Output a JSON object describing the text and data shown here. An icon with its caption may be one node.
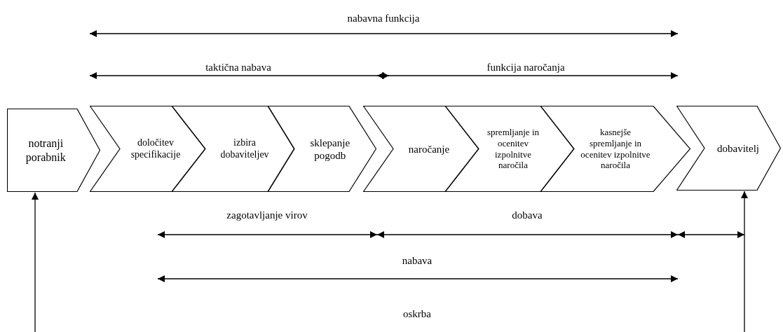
{
  "diagram": {
    "nodes": [
      {
        "text": [
          "notranji porabnik"
        ]
      },
      {
        "text": [
          "določitev specifikacije"
        ]
      },
      {
        "text": [
          "izbira dobaviteljev"
        ]
      },
      {
        "text": [
          "sklepanje pogodb"
        ]
      },
      {
        "text": [
          "naročanje"
        ]
      },
      {
        "text": [
          "spremljanje in ocenitev izpolnitve naročila"
        ]
      },
      {
        "text": [
          "kasnejše spremljanje in ocenitev izpolnitve naročila"
        ]
      },
      {
        "text": [
          "dobavitelj"
        ]
      }
    ],
    "edges": [
      {
        "from": null,
        "to": 0,
        "arrow": "to"
      },
      {
        "from": null,
        "to": 7,
        "arrow": "to"
      }
    ],
    "labels": [
      "nabavna funkcija",
      "taktična nabava",
      "funkcija naročanja",
      "zagotavljanje virov",
      "dobava",
      "nabava",
      "oskrba"
    ]
  }
}
